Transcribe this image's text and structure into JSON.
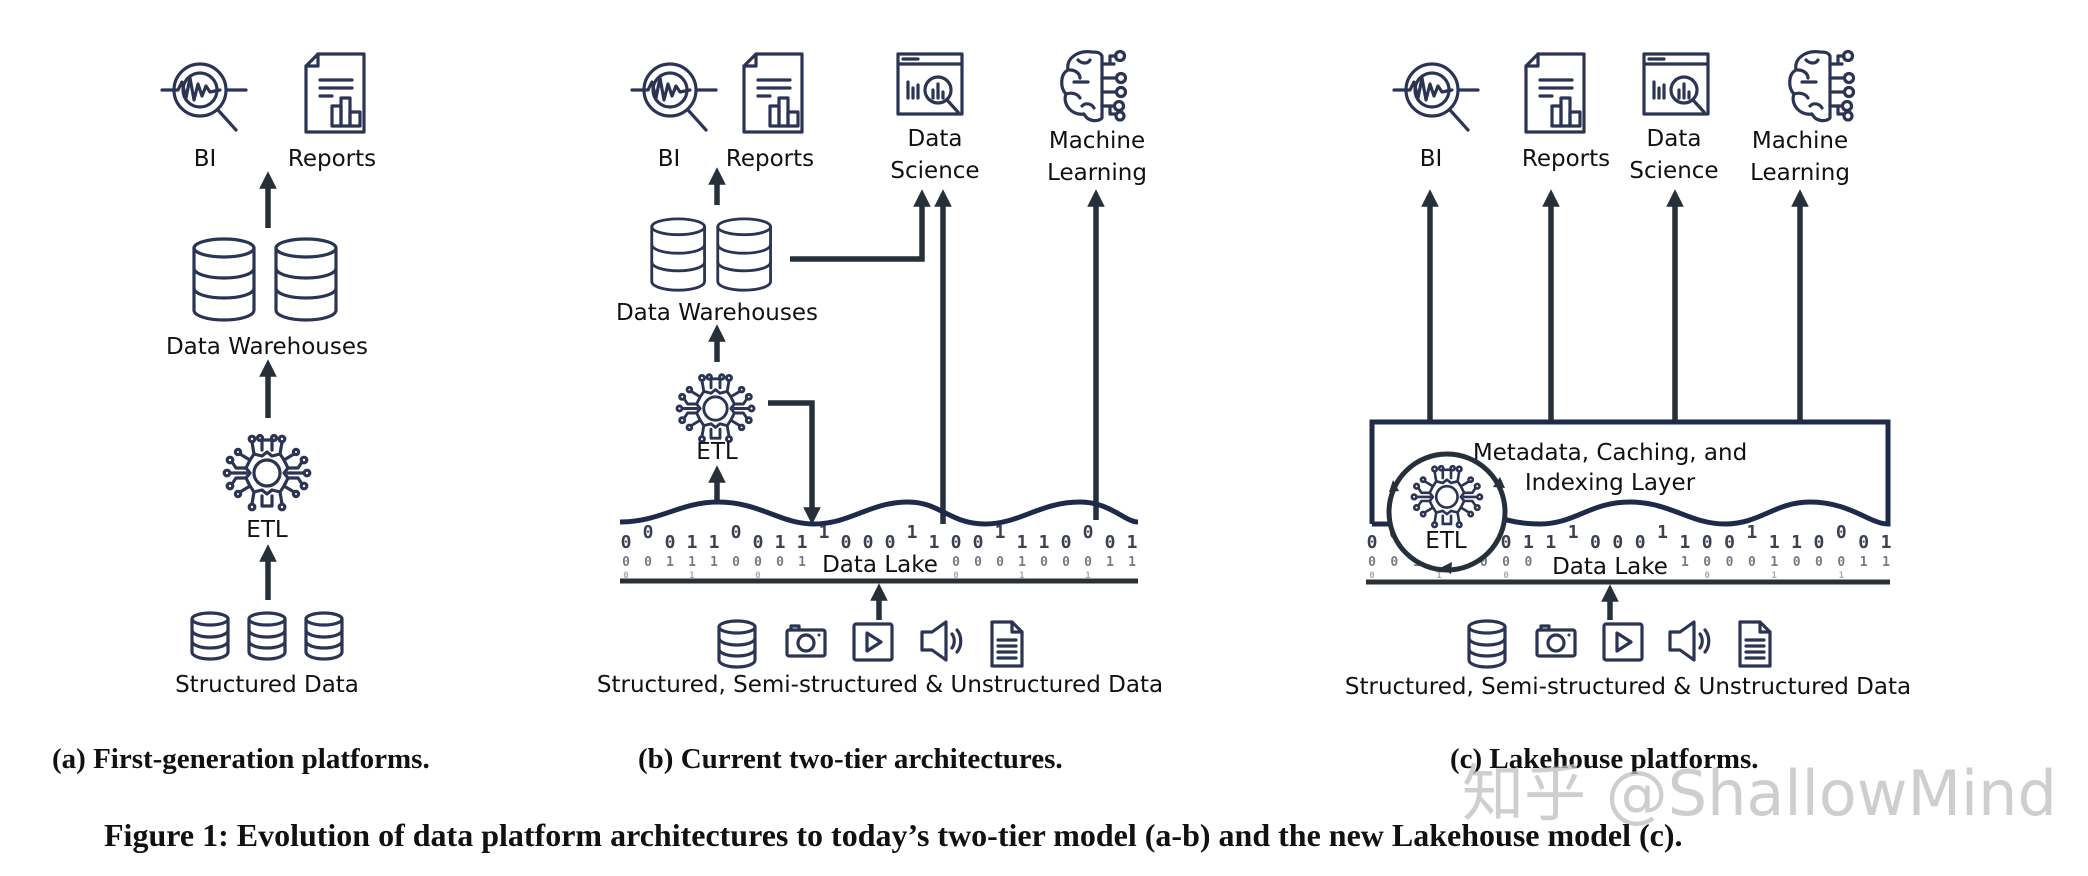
{
  "panels": {
    "a": {
      "caption": "(a) First-generation platforms.",
      "consumers": [
        {
          "icon": "bi-magnifier-icon",
          "label": "BI"
        },
        {
          "icon": "report-document-icon",
          "label": "Reports"
        }
      ],
      "warehouse_label": "Data Warehouses",
      "etl_label": "ETL",
      "source_label": "Structured Data"
    },
    "b": {
      "caption": "(b) Current two-tier architectures.",
      "consumers": [
        {
          "icon": "bi-magnifier-icon",
          "label": "BI"
        },
        {
          "icon": "report-document-icon",
          "label": "Reports"
        },
        {
          "icon": "data-science-icon",
          "label_line1": "Data",
          "label_line2": "Science"
        },
        {
          "icon": "brain-circuit-icon",
          "label_line1": "Machine",
          "label_line2": "Learning"
        }
      ],
      "warehouse_label": "Data Warehouses",
      "etl_label": "ETL",
      "lake_label": "Data Lake",
      "source_label": "Structured, Semi-structured & Unstructured Data"
    },
    "c": {
      "caption": "(c) Lakehouse platforms.",
      "consumers": [
        {
          "icon": "bi-magnifier-icon",
          "label": "BI"
        },
        {
          "icon": "report-document-icon",
          "label": "Reports"
        },
        {
          "icon": "data-science-icon",
          "label_line1": "Data",
          "label_line2": "Science"
        },
        {
          "icon": "brain-circuit-icon",
          "label_line1": "Machine",
          "label_line2": "Learning"
        }
      ],
      "layer_line1": "Metadata, Caching, and",
      "layer_line2": "Indexing Layer",
      "etl_label": "ETL",
      "lake_label": "Data Lake",
      "source_label": "Structured, Semi-structured & Unstructured Data"
    }
  },
  "source_icons": [
    "database-icon",
    "camera-icon",
    "video-play-icon",
    "speaker-icon",
    "document-icon"
  ],
  "lake_bits_row1": "0 0 0 1 1 0 0 1 1 1 0 0 0 1 1 0 0 1 1 1 0 0 0 1",
  "figure_caption": "Figure 1: Evolution of data platform architectures to today’s two-tier model (a-b) and the new Lakehouse model (c).",
  "watermark": "知乎 @ShallowMind",
  "colors": {
    "icon_stroke": "#2b3553",
    "arrow": "#25303a",
    "wave": "#1e2a4a"
  }
}
